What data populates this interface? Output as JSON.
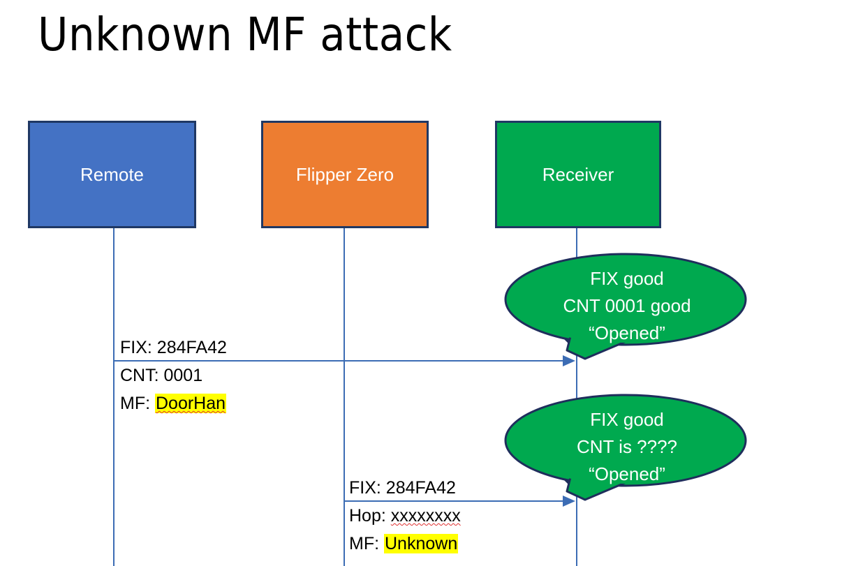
{
  "slide": {
    "title": "Unknown MF attack",
    "background_color": "#FFFFFF"
  },
  "colors": {
    "remote_box": "#4472C4",
    "flipper_box": "#ED7D31",
    "receiver_box": "#00A94F",
    "box_border": "#1F3864",
    "lifeline": "#3C6CB4",
    "bubble_fill": "#00A94F",
    "bubble_border": "#1F2E5C",
    "highlight": "#FFFF00",
    "spellcheck_underline": "#E03030",
    "text_dark": "#000000",
    "text_light": "#FFFFFF"
  },
  "actors": [
    {
      "id": "remote",
      "label": "Remote"
    },
    {
      "id": "flipper",
      "label": "Flipper Zero"
    },
    {
      "id": "receiver",
      "label": "Receiver"
    }
  ],
  "messages": [
    {
      "id": "msg1",
      "from": "remote",
      "to": "receiver",
      "lines": [
        {
          "prefix": "FIX: ",
          "value": "284FA42",
          "highlight": false,
          "spellcheck": false
        },
        {
          "prefix": "CNT: ",
          "value": "0001",
          "highlight": false,
          "spellcheck": false
        },
        {
          "prefix": "MF: ",
          "value": "DoorHan",
          "highlight": true,
          "spellcheck": true
        }
      ]
    },
    {
      "id": "msg2",
      "from": "flipper",
      "to": "receiver",
      "lines": [
        {
          "prefix": "FIX: ",
          "value": "284FA42",
          "highlight": false,
          "spellcheck": false
        },
        {
          "prefix": "Hop: ",
          "value": "xxxxxxxx",
          "highlight": false,
          "spellcheck": true
        },
        {
          "prefix": "MF: ",
          "value": "Unknown",
          "highlight": true,
          "spellcheck": false
        }
      ]
    }
  ],
  "bubbles": [
    {
      "id": "bubble1",
      "owner": "receiver",
      "lines": [
        "FIX good",
        "CNT 0001 good",
        "“Opened”"
      ]
    },
    {
      "id": "bubble2",
      "owner": "receiver",
      "lines": [
        "FIX good",
        "CNT is ????",
        "“Opened”"
      ]
    }
  ]
}
